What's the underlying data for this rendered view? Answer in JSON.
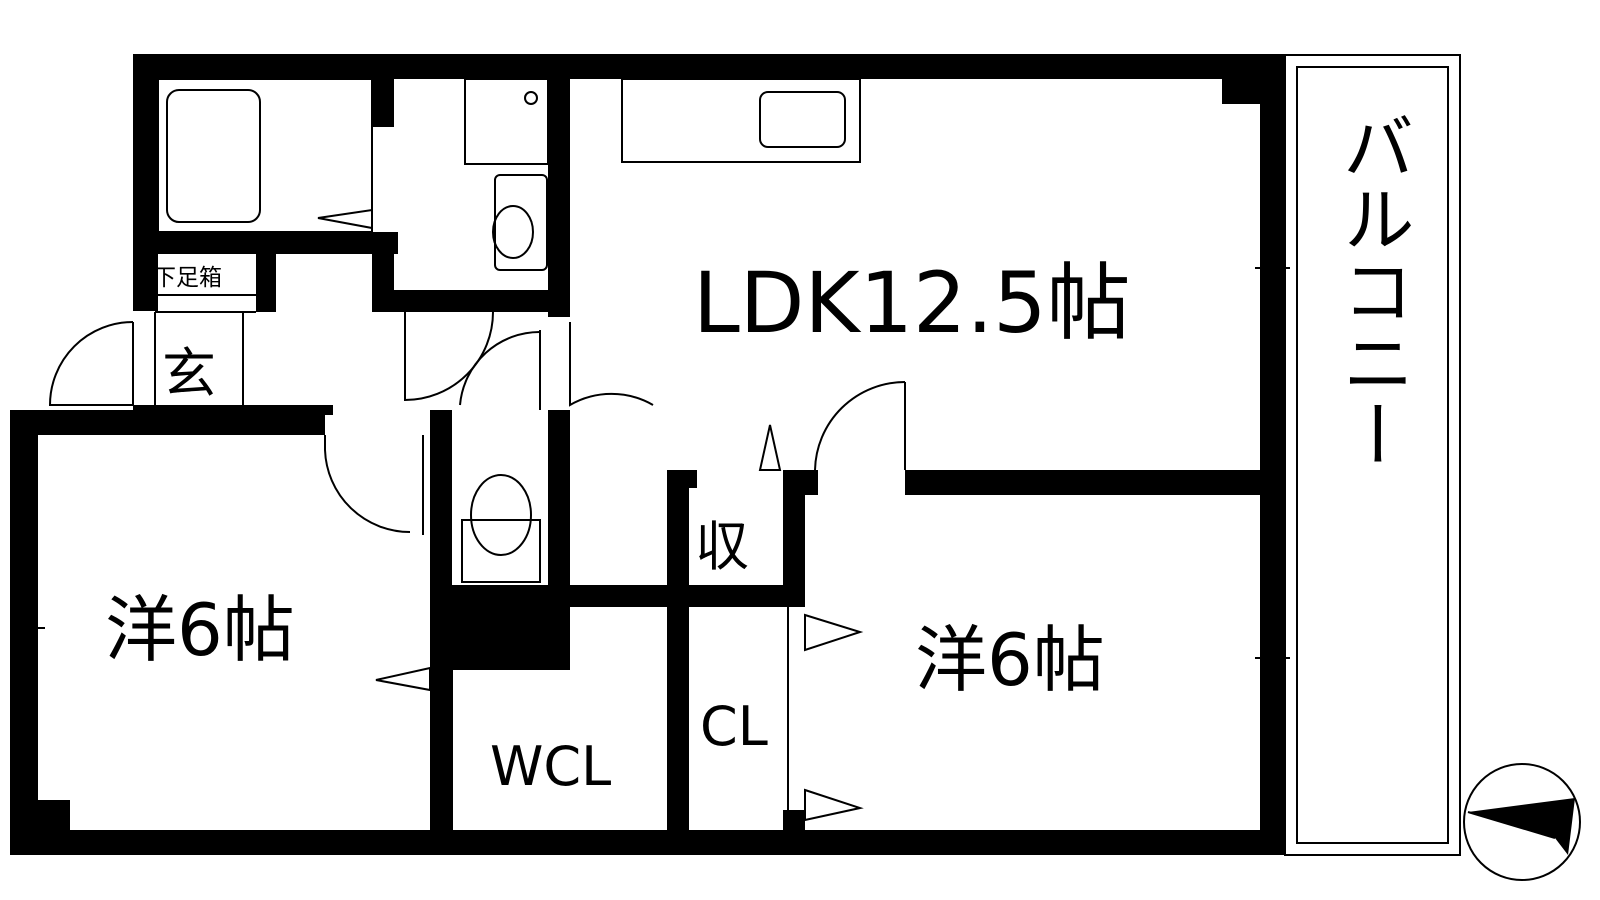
{
  "floorplan": {
    "ldk_label": "LDK12.5帖",
    "western_room_left_label": "洋6帖",
    "western_room_right_label": "洋6帖",
    "balcony_label": "バルコニー",
    "entrance_label": "玄",
    "shoe_cabinet_label": "下足箱",
    "storage_label": "収",
    "closet_label": "CL",
    "walkin_closet_label": "WCL"
  },
  "compass": {
    "icon": "north-arrow-icon"
  }
}
